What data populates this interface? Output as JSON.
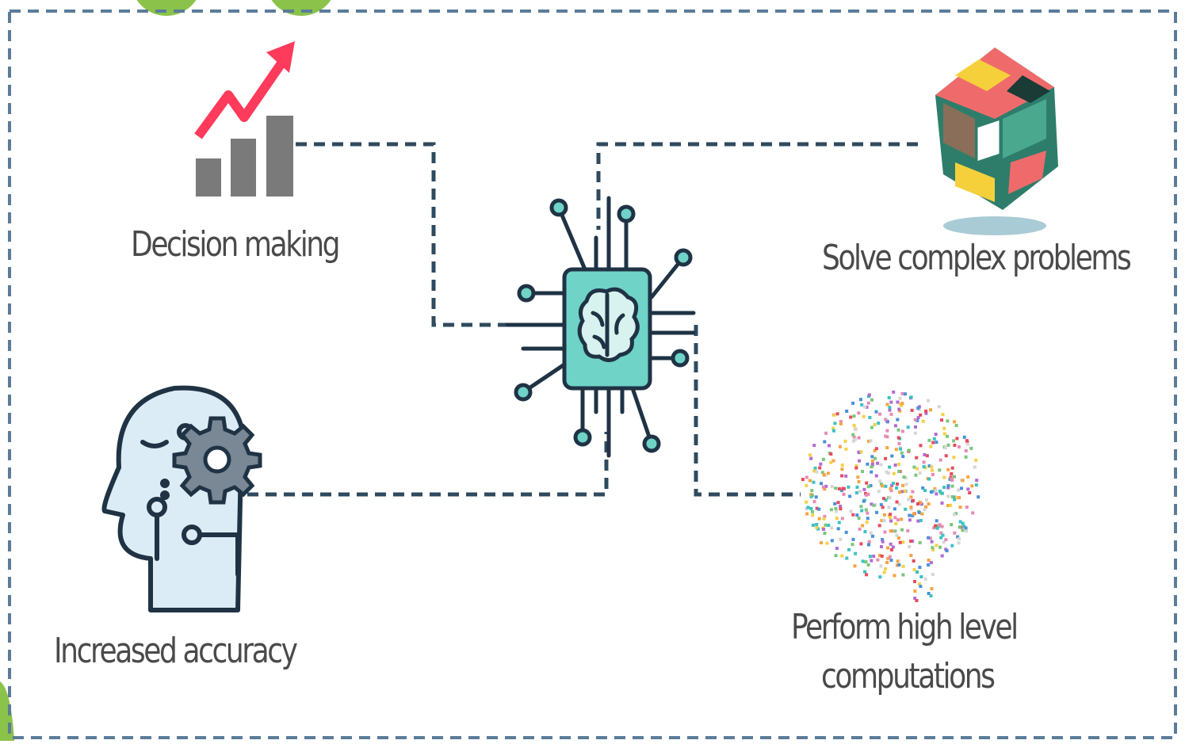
{
  "colors": {
    "frame": "#5b7c99",
    "connector": "#2f4a5e",
    "accent_green": "#8bc34a",
    "label_text": "#4a4a4a",
    "chip_fill": "#6fd3c8",
    "trend_arrow": "#ff3b5c",
    "bars": "#7a7a7a",
    "head_fill": "#dcecf7",
    "outline": "#1f3345"
  },
  "nodes": {
    "decision": {
      "label": "Decision making",
      "icon": "bar-chart-trend-icon"
    },
    "complex": {
      "label": "Solve complex problems",
      "icon": "geometric-cube-icon"
    },
    "accuracy": {
      "label": "Increased accuracy",
      "icon": "head-gear-icon"
    },
    "computations": {
      "label_line1": "Perform high level",
      "label_line2": "computations",
      "icon": "dotted-brain-icon"
    },
    "center": {
      "icon": "ai-brain-chip-icon"
    }
  }
}
